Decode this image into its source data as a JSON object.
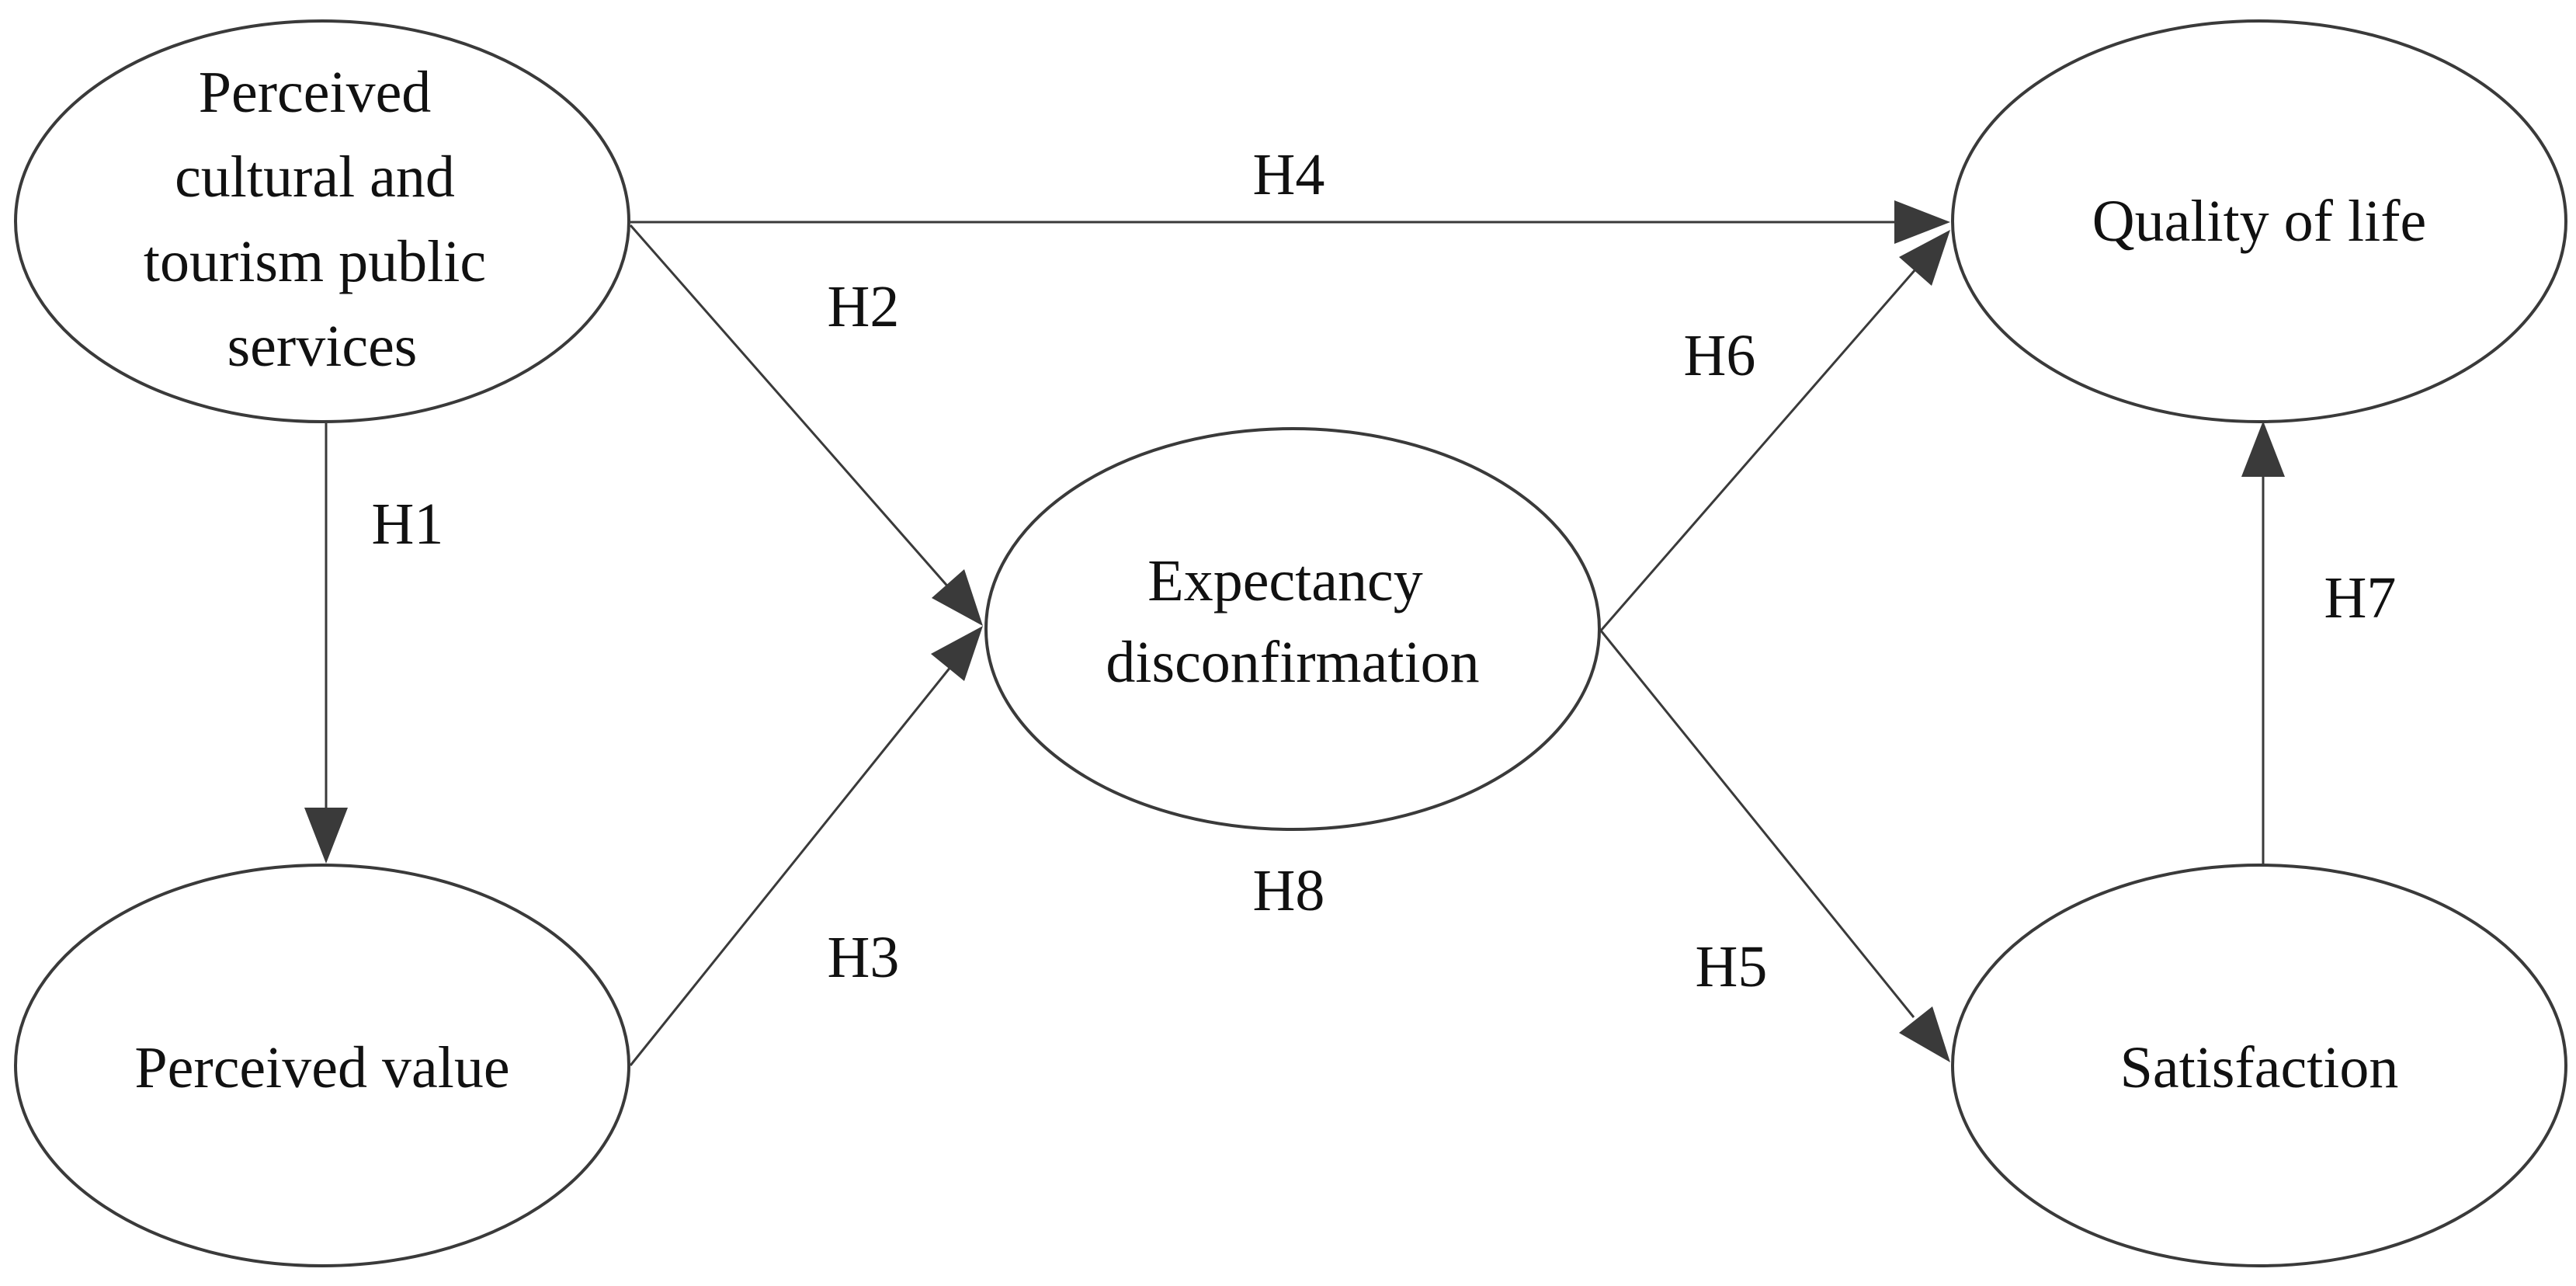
{
  "nodes": {
    "pctps": {
      "lines": [
        "Perceived",
        "cultural and",
        "tourism public",
        "services"
      ]
    },
    "perceived_value": {
      "lines": [
        "Perceived value"
      ]
    },
    "expectancy": {
      "lines": [
        "Expectancy",
        "disconfirmation"
      ]
    },
    "quality": {
      "lines": [
        "Quality of life"
      ]
    },
    "satisfaction": {
      "lines": [
        "Satisfaction"
      ]
    }
  },
  "edges": {
    "h1": "H1",
    "h2": "H2",
    "h3": "H3",
    "h4": "H4",
    "h5": "H5",
    "h6": "H6",
    "h7": "H7",
    "h8": "H8"
  },
  "colors": {
    "line": "#3a3a3a",
    "text": "#111111",
    "background": "#ffffff"
  }
}
